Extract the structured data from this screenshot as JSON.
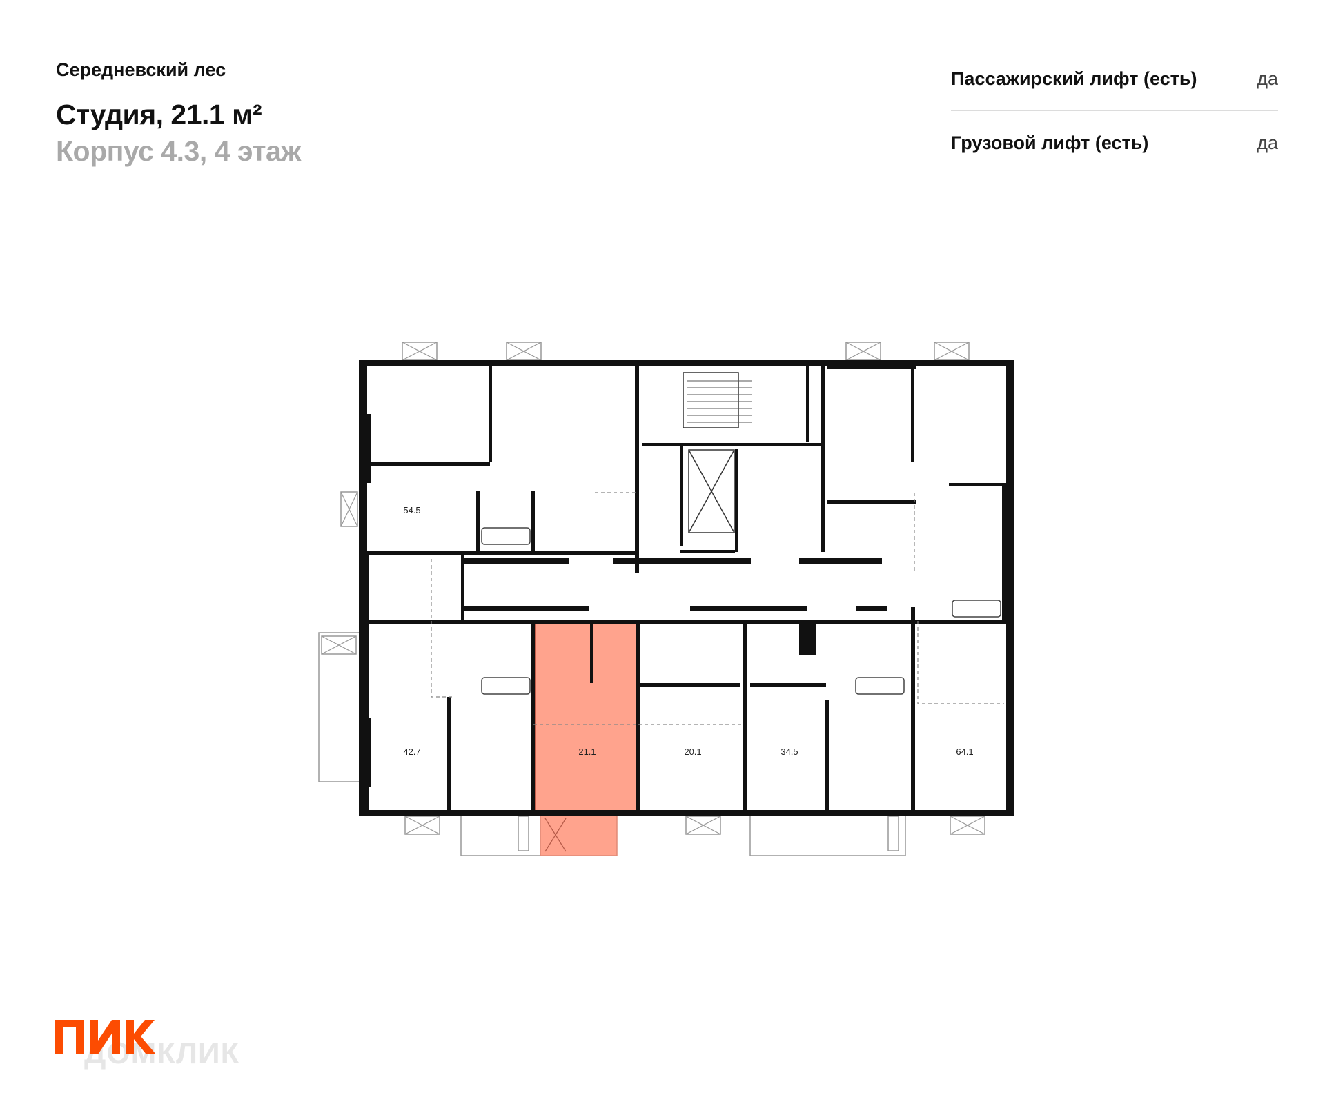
{
  "header": {
    "project": "Середневский лес",
    "title": "Студия, 21.1 м²",
    "subtitle": "Корпус 4.3, 4 этаж"
  },
  "specs": [
    {
      "label": "Пассажирский лифт (есть)",
      "value": "да"
    },
    {
      "label": "Грузовой лифт (есть)",
      "value": "да"
    }
  ],
  "plan": {
    "highlight_color": "#ffa38d",
    "highlight_border": "#8b1a0a",
    "units": [
      {
        "area": "54.5"
      },
      {
        "area": "42.7"
      },
      {
        "area": "21.1",
        "selected": true
      },
      {
        "area": "20.1"
      },
      {
        "area": "34.5"
      },
      {
        "area": "64.1"
      }
    ]
  },
  "branding": {
    "logo_text": "ПИК",
    "logo_color": "#fc4c02",
    "watermark": "ДОМКЛИК"
  }
}
